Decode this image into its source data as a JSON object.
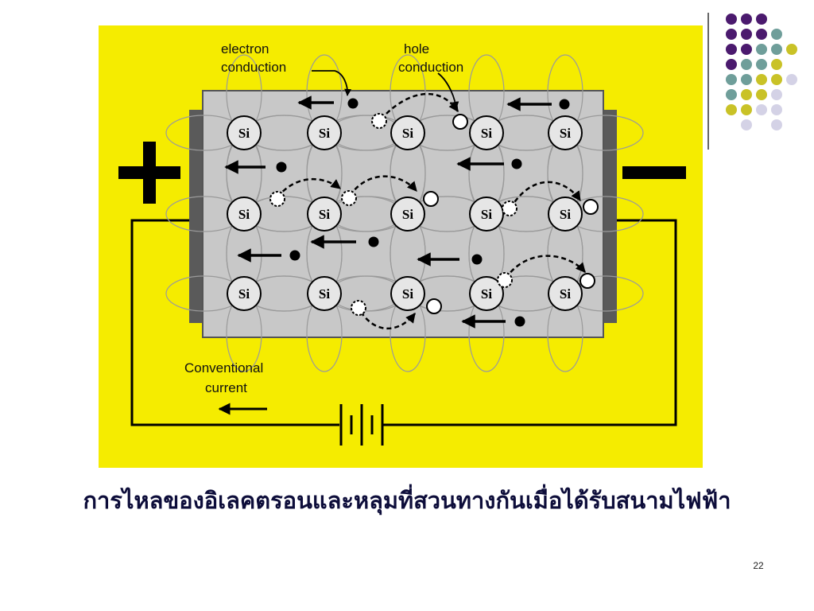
{
  "slide": {
    "caption": "การไหลของอิเลคตรอนและหลุมที่สวนทางกันเมื่อได้รับสนามไฟฟ้า",
    "page_number": "22"
  },
  "diagram": {
    "labels": {
      "electron_conduction_line1": "electron",
      "electron_conduction_line2": "conduction",
      "hole_conduction_line1": "hole",
      "hole_conduction_line2": "conduction",
      "conventional_line1": "Conventional",
      "conventional_line2": "current",
      "plus": "+",
      "minus": "−"
    },
    "atom_label": "Si",
    "lattice": {
      "rows": 3,
      "cols": 5
    },
    "colors": {
      "background": "#f5ec00",
      "crystal": "#c8c8c8",
      "electrode": "#5a5a5a",
      "wire": "#000000"
    }
  },
  "decoration": {
    "colors": {
      "purple": "#4b1a6e",
      "teal": "#6f9e9a",
      "olive": "#c9c227",
      "lavender": "#d4d2e6"
    }
  }
}
